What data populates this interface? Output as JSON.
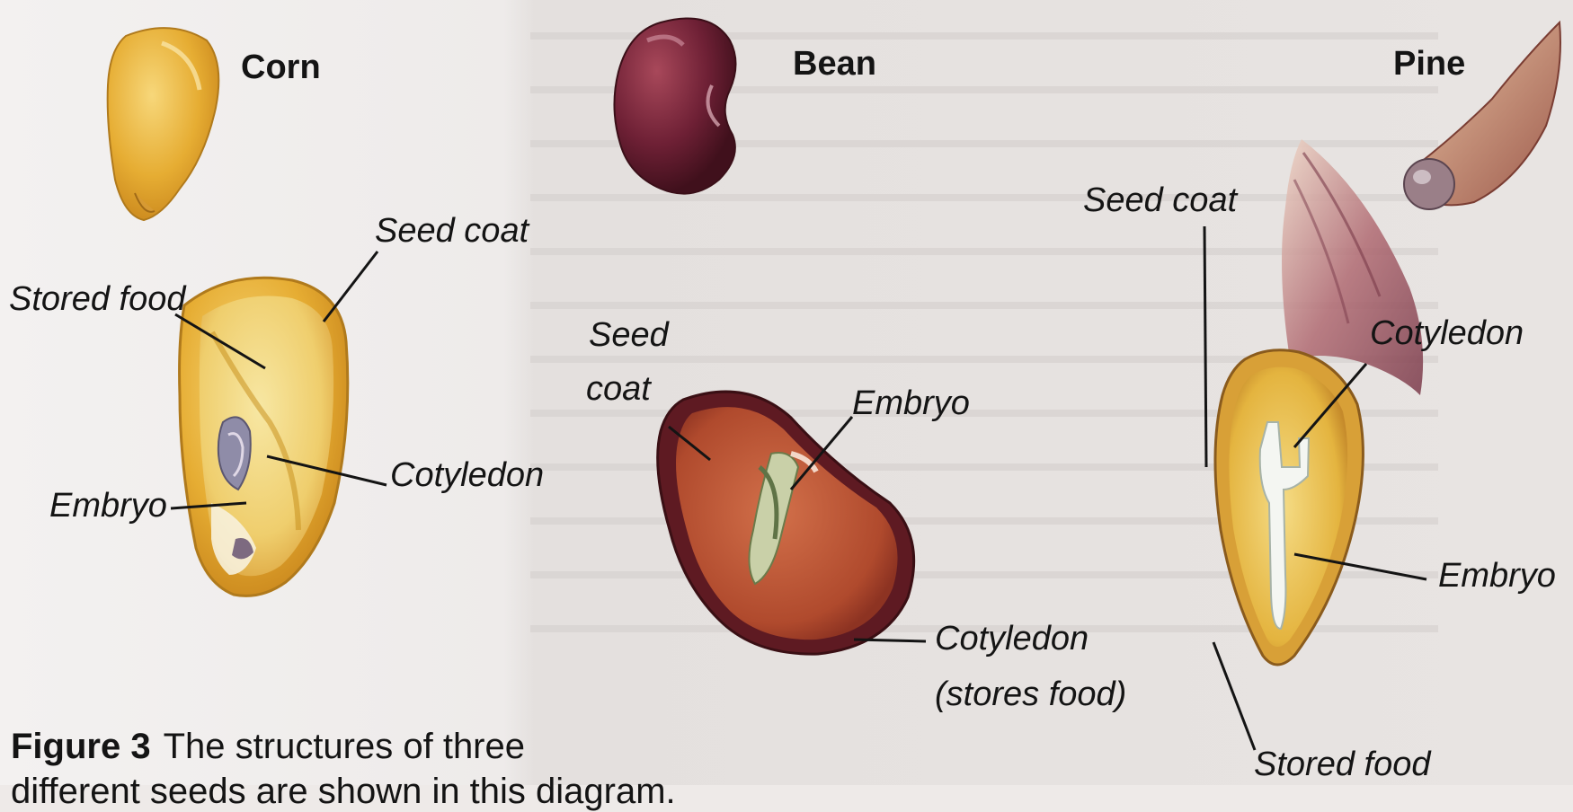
{
  "seeds": {
    "corn": {
      "title": "Corn",
      "labels": {
        "seed_coat": "Seed coat",
        "stored_food": "Stored food",
        "cotyledon": "Cotyledon",
        "embryo": "Embryo"
      }
    },
    "bean": {
      "title": "Bean",
      "labels": {
        "seed_coat_line1": "Seed",
        "seed_coat_line2": "coat",
        "embryo": "Embryo",
        "cotyledon_line1": "Cotyledon",
        "cotyledon_line2": "(stores food)"
      }
    },
    "pine": {
      "title": "Pine",
      "labels": {
        "seed_coat": "Seed coat",
        "cotyledon": "Cotyledon",
        "embryo": "Embryo",
        "stored_food": "Stored food"
      }
    }
  },
  "caption": {
    "figure_number": "Figure 3",
    "text_line1": "The structures of three",
    "text_line2": "different seeds are shown in this diagram."
  },
  "colors": {
    "background_left": "#f1efee",
    "background_right": "#e6e2e0",
    "corn_kernel": "#e9b53a",
    "bean_coat": "#7a1f22",
    "bean_cotyledon": "#c0552f",
    "pine_wing": "#9c5a6a",
    "pine_seed": "#e6c15a",
    "leader_line": "#141414"
  }
}
